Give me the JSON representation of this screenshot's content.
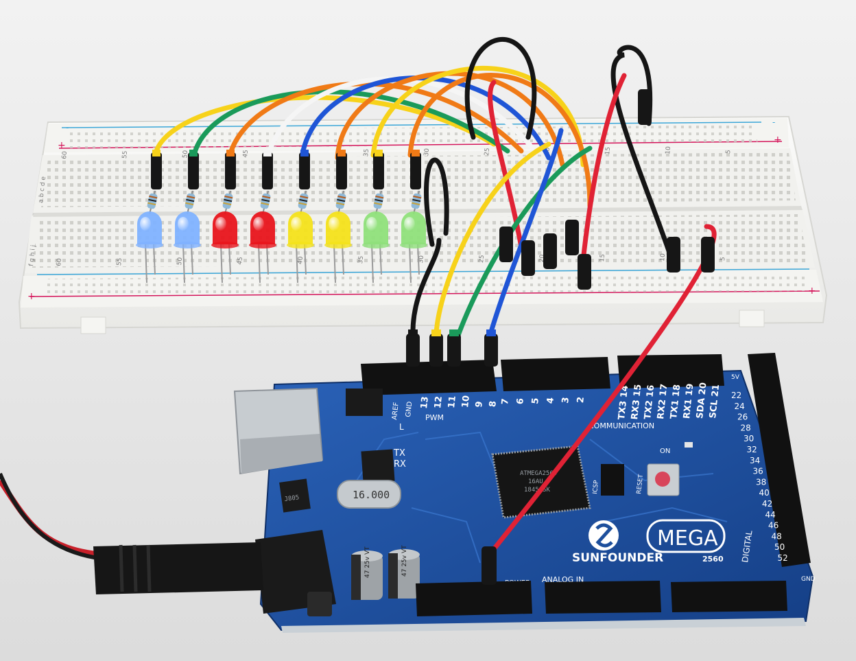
{
  "scene": {
    "background": "#e6e6e6",
    "board_color": "#1d4f9c",
    "breadboard_color": "#f7f7f5",
    "rail_red": "#d4145a",
    "rail_blue": "#3aa6d8"
  },
  "breadboard": {
    "upper_row_labels": "a b c d e",
    "lower_row_labels": "f g h i j",
    "column_numbers": [
      "60",
      "55",
      "50",
      "45",
      "40",
      "35",
      "30",
      "25",
      "20",
      "15",
      "10",
      "5"
    ],
    "rail_plus": "+",
    "rail_minus": "-"
  },
  "leds": [
    {
      "color": "#7fb2ff",
      "name": "blue"
    },
    {
      "color": "#7fb2ff",
      "name": "blue"
    },
    {
      "color": "#e8141b",
      "name": "red"
    },
    {
      "color": "#e8141b",
      "name": "red"
    },
    {
      "color": "#f4e21a",
      "name": "yellow"
    },
    {
      "color": "#f4e21a",
      "name": "yellow"
    },
    {
      "color": "#8fe07a",
      "name": "green"
    },
    {
      "color": "#8fe07a",
      "name": "green"
    }
  ],
  "wire_colors": [
    "#f7d21a",
    "#1a9a5a",
    "#f07a16",
    "#f5f5f5",
    "#1f55d6",
    "#f07a16",
    "#f7d21a",
    "#f07a16"
  ],
  "board": {
    "brand": "SUNFOUNDER",
    "model": "MEGA",
    "model_number": "2560",
    "crystal": "16.000",
    "cap_left": "47 25v VT",
    "cap_right": "47 25v VT",
    "regulator": "J805",
    "labels": {
      "aref": "AREF",
      "gnd": "GND",
      "pwm": "PWM",
      "communication": "COMMUNICATION",
      "tx": "TX",
      "rx": "RX",
      "l": "L",
      "on": "ON",
      "icsp": "ICSP",
      "reset": "RESET",
      "digital": "DIGITAL",
      "analog_in": "ANALOG IN",
      "power": "POWER",
      "gnd_right": "GND",
      "five_v": "5V"
    },
    "pwm_header_numbers": [
      "13",
      "12",
      "11",
      "10",
      "9",
      "8"
    ],
    "pwm_header_numbers_2": [
      "7",
      "6",
      "5",
      "4",
      "3",
      "2"
    ],
    "comm_header_labels": [
      "TX3 14",
      "RX3 15",
      "TX2 16",
      "RX2 17",
      "TX1 18",
      "RX1 19",
      "SDA 20",
      "SCL 21"
    ],
    "digital_right_numbers": [
      "22",
      "24",
      "26",
      "28",
      "30",
      "32",
      "34",
      "36",
      "38",
      "40",
      "42",
      "44",
      "46",
      "48",
      "50",
      "52"
    ],
    "mcu_text": [
      "ATMEGA2560",
      "16AU",
      "1845GSK"
    ]
  }
}
